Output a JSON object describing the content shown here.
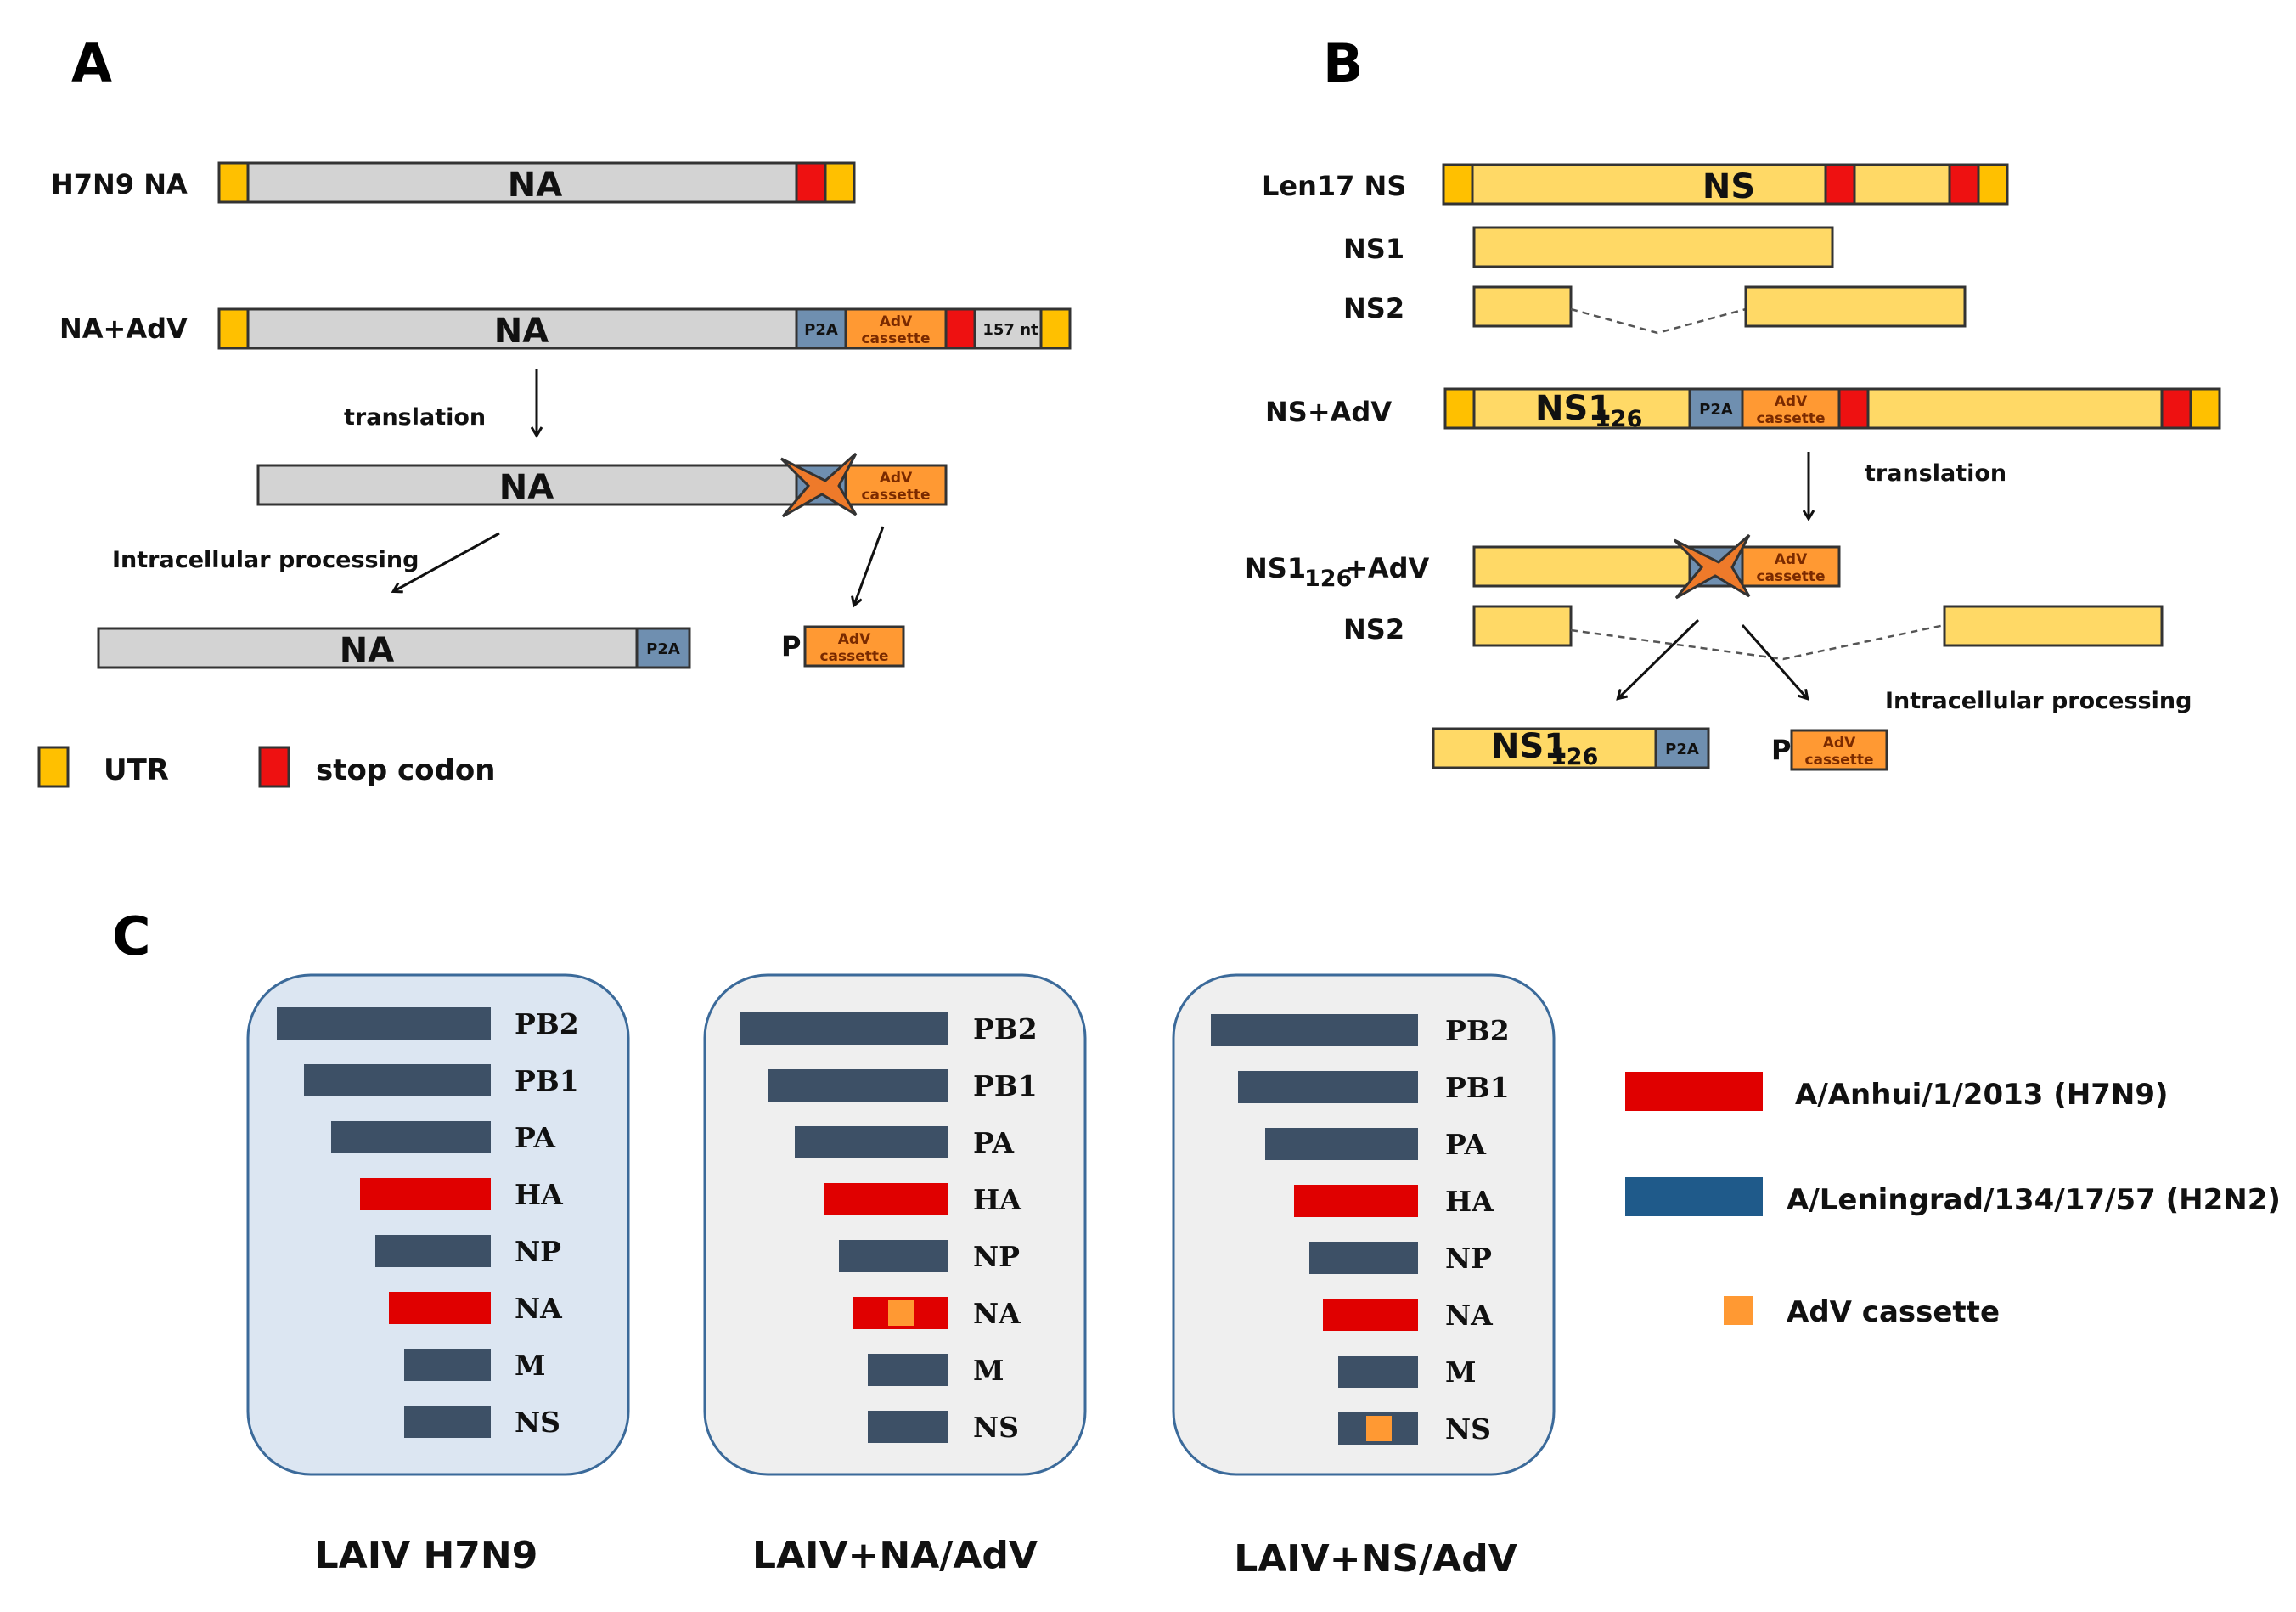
{
  "panels": {
    "a": "A",
    "b": "B",
    "c": "C"
  },
  "panel_a": {
    "row1_label": "H7N9 NA",
    "row2_label": "NA+AdV",
    "na": "NA",
    "p2a": "P2A",
    "adv_line1": "AdV",
    "adv_line2": "cassette",
    "nt157": "157 nt",
    "translation": "translation",
    "processing": "Intracellular processing",
    "p": "P"
  },
  "panel_b": {
    "len17_label": "Len17 NS",
    "ns": "NS",
    "ns1_label": "NS1",
    "ns2_label": "NS2",
    "nsadv_label": "NS+AdV",
    "ns1_126": "NS1",
    "sub126": "126",
    "ns1_126_adv_label_pre": "NS1",
    "ns1_126_adv_label_sub": "126",
    "ns1_126_adv_label_post": "+AdV",
    "ns2_label_2": "NS2",
    "translation": "translation",
    "processing": "Intracellular processing",
    "p": "P",
    "p2a": "P2A",
    "adv_line1": "AdV",
    "adv_line2": "cassette"
  },
  "legend_ab": {
    "utr": "UTR",
    "stop": "stop codon"
  },
  "panel_c": {
    "segments": [
      "PB2",
      "PB1",
      "PA",
      "HA",
      "NP",
      "NA",
      "M",
      "NS"
    ],
    "virus_captions": [
      "LAIV H7N9",
      "LAIV+NA/AdV",
      "LAIV+NS/AdV"
    ],
    "legend": {
      "h7n9": "A/Anhui/1/2013 (H7N9)",
      "h2n2": "A/Leningrad/134/17/57 (H2N2)",
      "adv": "AdV cassette"
    }
  },
  "colors": {
    "h7n9_red": "#e00000",
    "h2n2_blue": "#1f5a8a",
    "segment_blue": "#3d5066",
    "adv_orange": "#ff9933",
    "utr_yellow": "#ffc000",
    "stop_red": "#ee1111"
  }
}
